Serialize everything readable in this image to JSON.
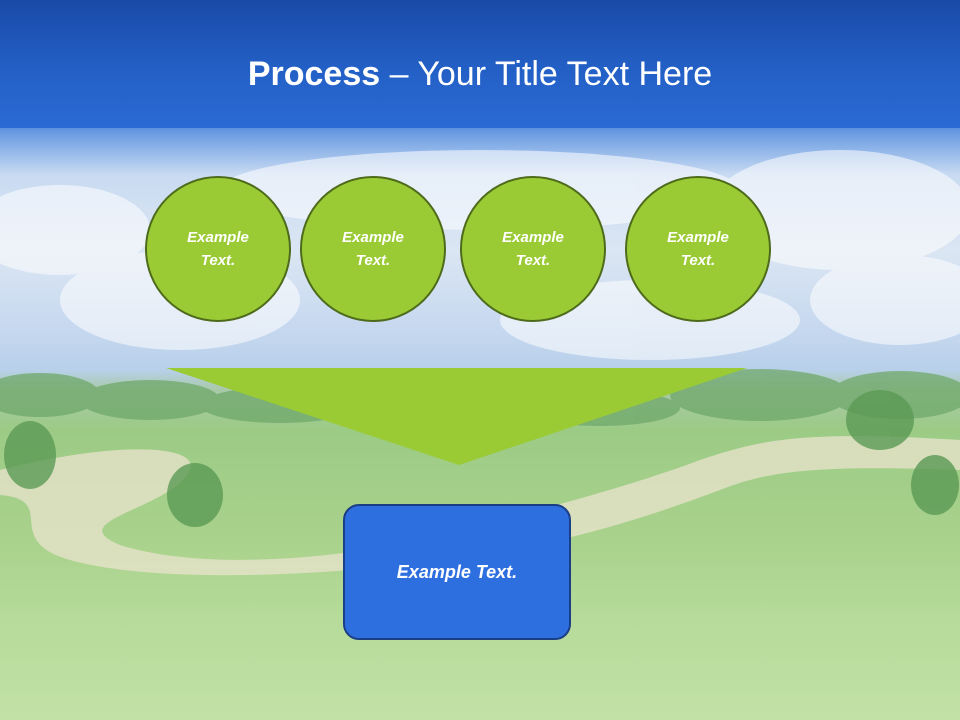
{
  "slide": {
    "title_bold": "Process",
    "title_rest": " – Your Title Text Here"
  },
  "circles": [
    {
      "text": "Example Text."
    },
    {
      "text": "Example Text."
    },
    {
      "text": "Example Text."
    },
    {
      "text": "Example Text."
    }
  ],
  "result": {
    "text": "Example Text."
  },
  "colors": {
    "header_blue": "#2360c6",
    "circle_green": "#9acb35",
    "circle_border": "#4e6b1b",
    "funnel_green": "#9acb35",
    "box_blue": "#2e6fe0"
  }
}
